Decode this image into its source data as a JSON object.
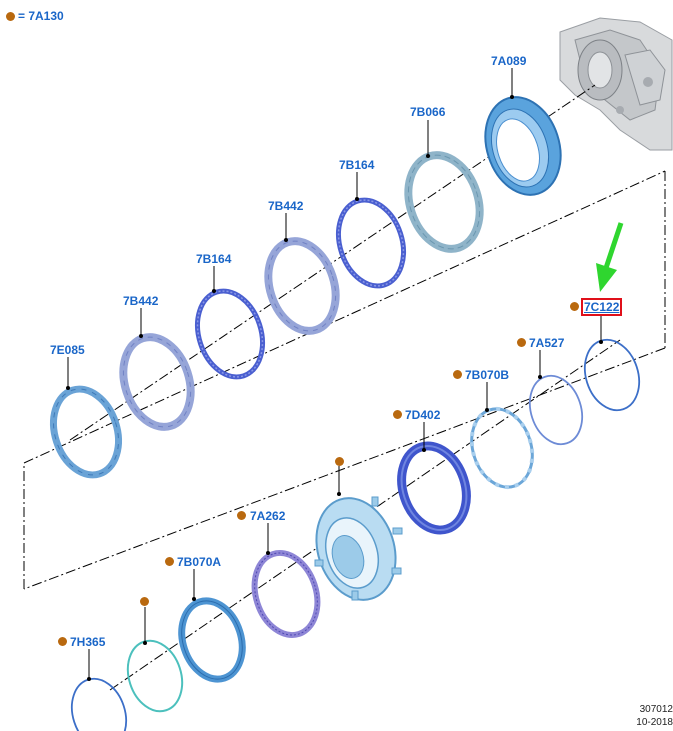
{
  "legend": {
    "text": "= 7A130",
    "dot_color": "#b9690f"
  },
  "highlight": {
    "label": "7C122",
    "box_color": "#e0101a",
    "arrow_color": "#2fd62f"
  },
  "labels": {
    "p7A089": "7A089",
    "p7B066": "7B066",
    "p7B164a": "7B164",
    "p7B442a": "7B442",
    "p7B164b": "7B164",
    "p7B442b": "7B442",
    "p7E085": "7E085",
    "p7A527": "7A527",
    "p7B070B": "7B070B",
    "p7D402": "7D402",
    "p7A262": "7A262",
    "p7B070A": "7B070A",
    "p7H365": "7H365"
  },
  "reference": {
    "line1": "307012",
    "line2": "10-2018"
  },
  "colors": {
    "label_blue": "#1a66c8",
    "leader": "#000000"
  }
}
